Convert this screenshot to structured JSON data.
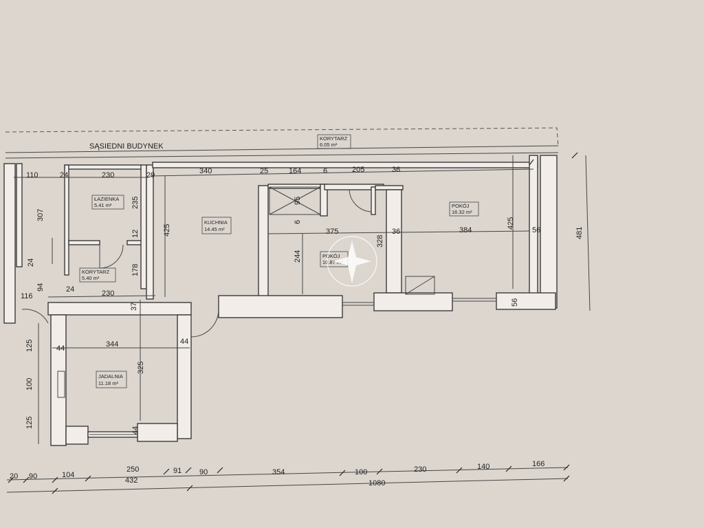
{
  "neighbor_building": "SĄSIEDNI BUDYNEK",
  "rooms": [
    {
      "id": "korytarz-top",
      "name": "KORYTARZ",
      "area": "6.05 m²"
    },
    {
      "id": "lazienka",
      "name": "ŁAZIENKA",
      "area": "5.41 m²"
    },
    {
      "id": "korytarz",
      "name": "KORYTARZ",
      "area": "5.40 m²"
    },
    {
      "id": "kuchnia",
      "name": "KUCHNIA",
      "area": "14.45 m²"
    },
    {
      "id": "pokoj-small",
      "name": "POKÓJ",
      "area": "10.87 m²"
    },
    {
      "id": "pokoj-large",
      "name": "POKÓJ",
      "area": "16.32 m²"
    },
    {
      "id": "jadalnia",
      "name": "JADALNIA",
      "area": "11.18 m²"
    }
  ],
  "dimensions": {
    "top": [
      "110",
      "24",
      "230",
      "29",
      "340",
      "25",
      "164",
      "6",
      "205",
      "36"
    ],
    "vertical": [
      "307",
      "235",
      "12",
      "178",
      "425",
      "95",
      "6",
      "244",
      "328",
      "425",
      "481",
      "56",
      "325",
      "125",
      "100",
      "125",
      "44"
    ],
    "interior": [
      "24",
      "94",
      "24",
      "116",
      "230",
      "37",
      "44",
      "344",
      "44",
      "375",
      "36",
      "384",
      "56"
    ],
    "bottom_row1": [
      "20",
      "90",
      "104",
      "250",
      "91",
      "90",
      "354",
      "100",
      "230",
      "140",
      "166"
    ],
    "bottom_row2": [
      "432",
      "1080"
    ]
  }
}
